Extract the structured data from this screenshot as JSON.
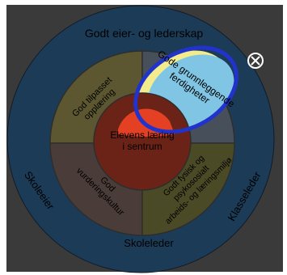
{
  "diagram": {
    "outer_ring_top": "Godt eier- og lederskap",
    "outer_ring_left": "Skoleeier",
    "outer_ring_bottom": "Skoleleder",
    "outer_ring_right": "Klasseleder",
    "quadrant_top_left_line1": "God tilpasset",
    "quadrant_top_left_line2": "opplæring",
    "quadrant_top_right_line1": "Gode grunnleggende",
    "quadrant_top_right_line2": "ferdigheter",
    "quadrant_bottom_left_line1": "God",
    "quadrant_bottom_left_line2": "vurderingskultur",
    "quadrant_bottom_right_line1": "Godt fysisk og",
    "quadrant_bottom_right_line2": "psykososialt",
    "quadrant_bottom_right_line3": "arbeids- og læringsmiljø",
    "center_line1": "Elevens læring",
    "center_line2": "i sentrum"
  },
  "controls": {
    "close_symbol": "⊗"
  },
  "colors": {
    "overlay": "#3a3a3a",
    "outer_ring": "#1c3b57",
    "quadrant_top_left": "#5c5730",
    "quadrant_top_right_highlight": "#80c6e4",
    "quadrant_bottom_left": "#4a3c38",
    "quadrant_bottom_right": "#4b4a26",
    "center": "#6a2316",
    "center_highlight": "#e44024",
    "yellow_highlight": "#f3ec8c",
    "selection_ring": "#2233cc"
  }
}
